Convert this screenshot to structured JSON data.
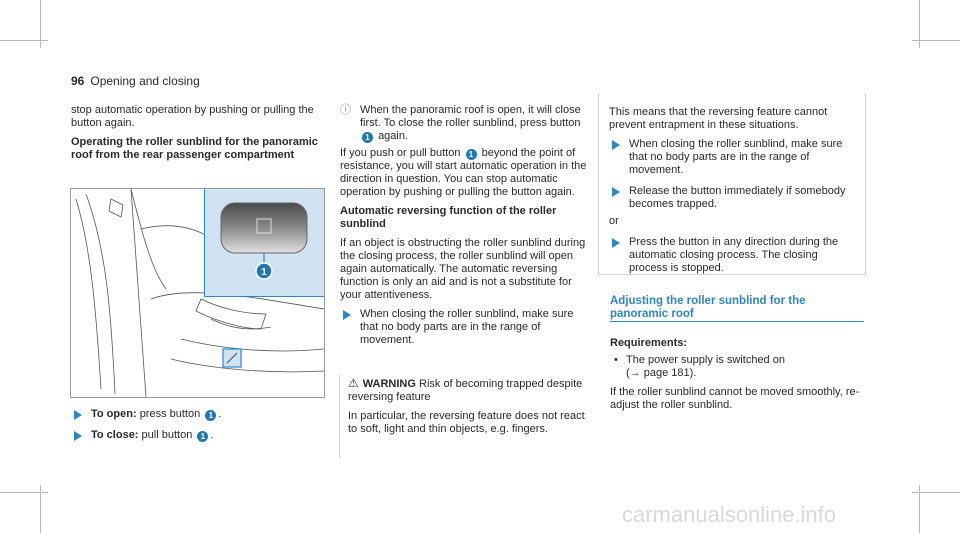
{
  "page": {
    "number": "96",
    "section": "Opening and closing"
  },
  "col1": {
    "intro": "stop automatic operation by pushing or pulling the button again.",
    "heading": "Operating the roller sunblind for the panoramic roof from the rear passenger compartment",
    "figure_label": "1",
    "step1_bold": "To open:",
    "step1_text": "press button",
    "step2_bold": "To close:",
    "step2_text": "pull button",
    "badge": "1"
  },
  "col2": {
    "note": "When the panoramic roof is open, it will close first. To close the roller sunblind, press button",
    "note_end": "again.",
    "para1a": "If you push or pull button",
    "para1b": "beyond the point of resistance, you will start automatic operation in the direction in question. You can stop automatic operation by pushing or pulling the button again.",
    "heading": "Automatic reversing function of the roller sunblind",
    "para2": "If an object is obstructing the roller sunblind during the closing process, the roller sunblind will open again automatically. The automatic reversing function is only an aid and is not a substitute for your attentiveness.",
    "step": "When closing the roller sunblind, make sure that no body parts are in the range of movement.",
    "warning_label": "WARNING",
    "warning_title": "Risk of becoming trapped despite reversing feature",
    "warning_text": "In particular, the reversing feature does not react to soft, light and thin objects, e.g. fingers."
  },
  "col3": {
    "intro": "This means that the reversing feature cannot prevent entrapment in these situations.",
    "step1": "When closing the roller sunblind, make sure that no body parts are in the range of movement.",
    "step2": "Release the button immediately if somebody becomes trapped.",
    "or": "or",
    "step3": "Press the button in any direction during the automatic closing process. The closing process is stopped.",
    "sec_heading": "Adjusting the roller sunblind for the panoramic roof",
    "req_label": "Requirements:",
    "req_item": "The power supply is switched on",
    "req_ref": "(→ page 181).",
    "para": "If the roller sunblind cannot be moved smoothly, re-adjust the roller sunblind."
  },
  "watermark": "carmanualsonline.info"
}
